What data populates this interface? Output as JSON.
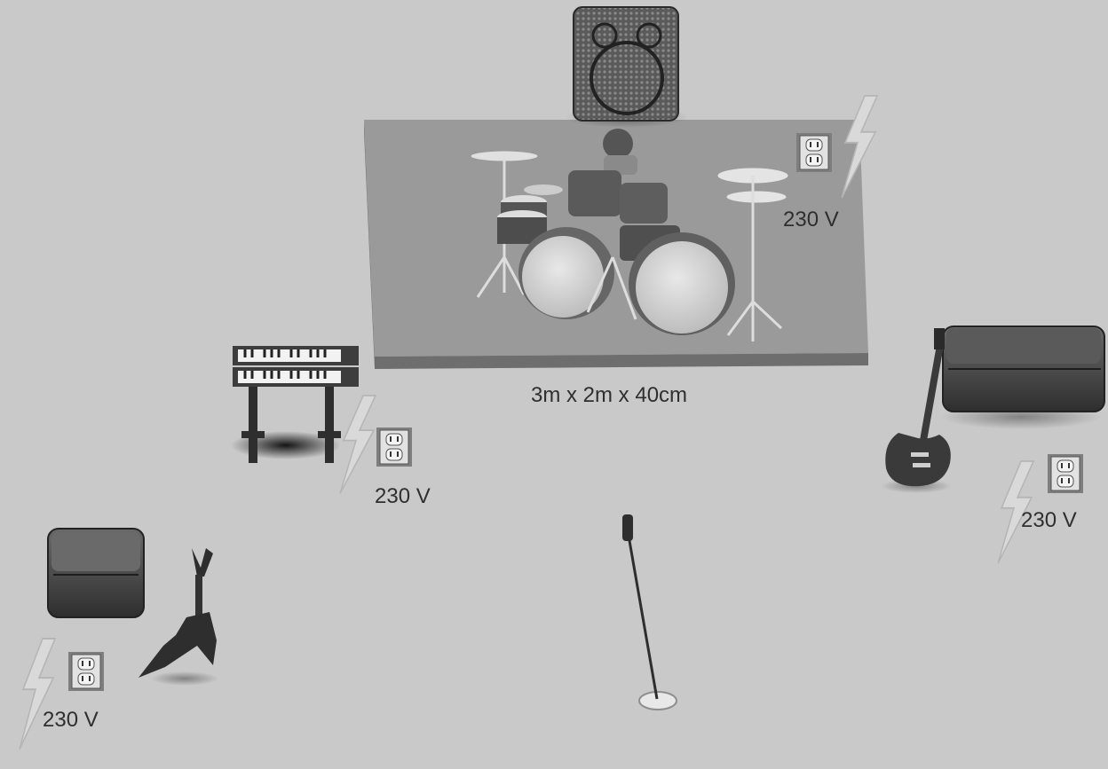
{
  "riser": {
    "dimensions_label": "3m x 2m x 40cm"
  },
  "outlets": [
    {
      "id": "drums",
      "voltage": "230 V"
    },
    {
      "id": "keyboard",
      "voltage": "230 V"
    },
    {
      "id": "bass",
      "voltage": "230 V"
    },
    {
      "id": "guitar-left",
      "voltage": "230 V"
    }
  ],
  "palette": {
    "floor": "#c9c9c9",
    "riser_top": "#9a9a9a",
    "riser_edge": "#6e6e6e",
    "equipment_dark": "#3a3a3a",
    "label_text": "#2f2f2f"
  }
}
